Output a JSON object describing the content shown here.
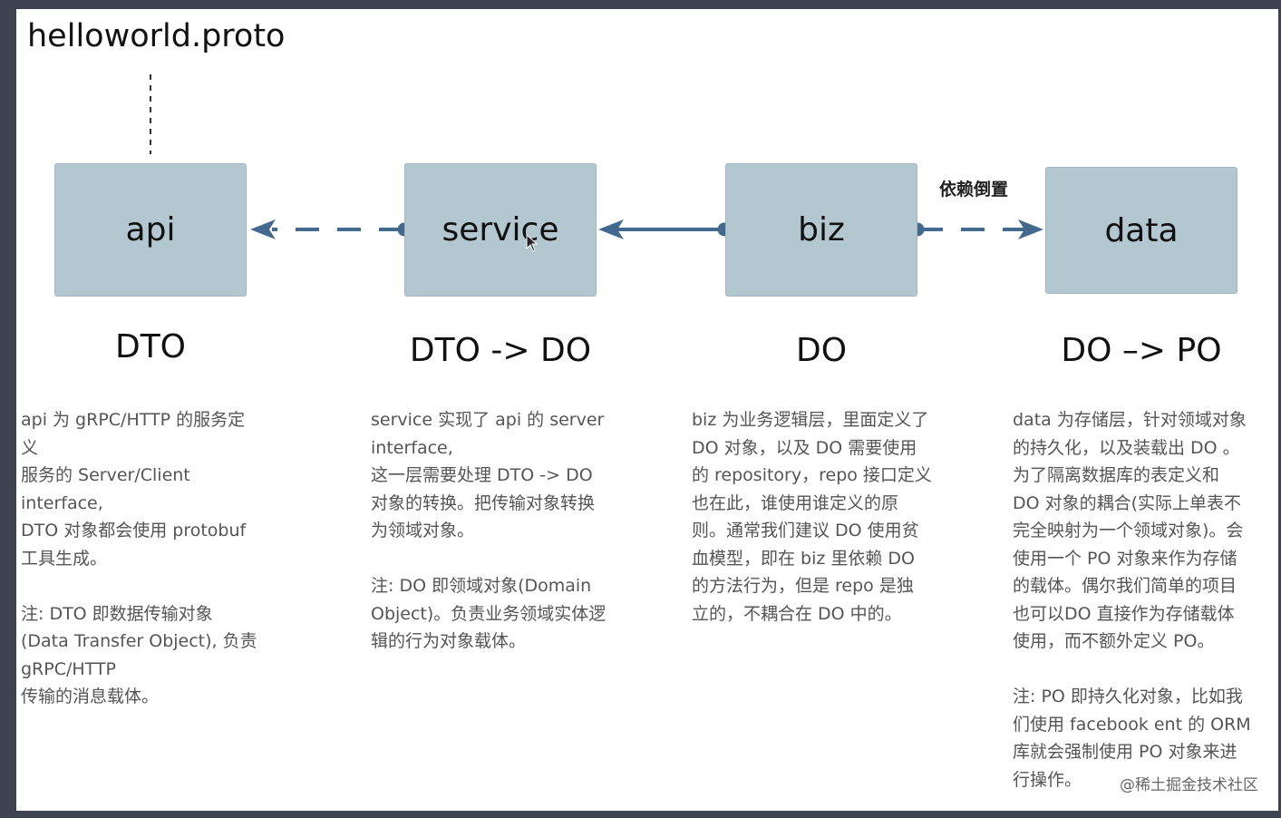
{
  "title": "helloworld.proto",
  "boxes": {
    "api": "api",
    "service": "service",
    "biz": "biz",
    "data": "data"
  },
  "layer_labels": {
    "api": "DTO",
    "service": "DTO -> DO",
    "biz": "DO",
    "data": "DO –> PO"
  },
  "arrow_label": "依赖倒置",
  "descriptions": {
    "api": [
      "api 为 gRPC/HTTP 的服务定",
      "义",
      "服务的 Server/Client",
      "interface,",
      "DTO 对象都会使用 protobuf",
      "工具生成。",
      "",
      "注: DTO 即数据传输对象",
      "(Data Transfer Object), 负责",
      "gRPC/HTTP",
      "传输的消息载体。"
    ],
    "service": [
      "service 实现了 api 的 server",
      "interface,",
      "这一层需要处理 DTO -> DO",
      "对象的转换。把传输对象转换",
      "为领域对象。",
      "",
      "注: DO 即领域对象(Domain",
      "Object)。负责业务领域实体逻",
      "辑的行为对象载体。"
    ],
    "biz": [
      "biz 为业务逻辑层，里面定义了",
      "DO 对象，以及 DO 需要使用",
      "的 repository，repo 接口定义",
      "也在此，谁使用谁定义的原",
      "则。通常我们建议 DO 使用贫",
      "血模型，即在 biz 里依赖 DO",
      "的方法行为，但是 repo 是独",
      "立的，不耦合在 DO 中的。"
    ],
    "data": [
      "data 为存储层，针对领域对象",
      "的持久化，以及装载出 DO 。",
      "为了隔离数据库的表定义和",
      "DO 对象的耦合(实际上单表不",
      "完全映射为一个领域对象)。会",
      "使用一个 PO 对象来作为存储",
      "的载体。偶尔我们简单的项目",
      "也可以DO 直接作为存储载体",
      "使用，而不额外定义 PO。",
      "",
      "注: PO 即持久化对象，比如我",
      "们使用 facebook ent 的 ORM",
      "库就会强制使用 PO 对象来进",
      "行操作。"
    ]
  },
  "watermark": "@稀土掘金技术社区",
  "colors": {
    "box_fill": "#b3c7d1",
    "connector": "#44698f",
    "text_muted": "#555555"
  }
}
